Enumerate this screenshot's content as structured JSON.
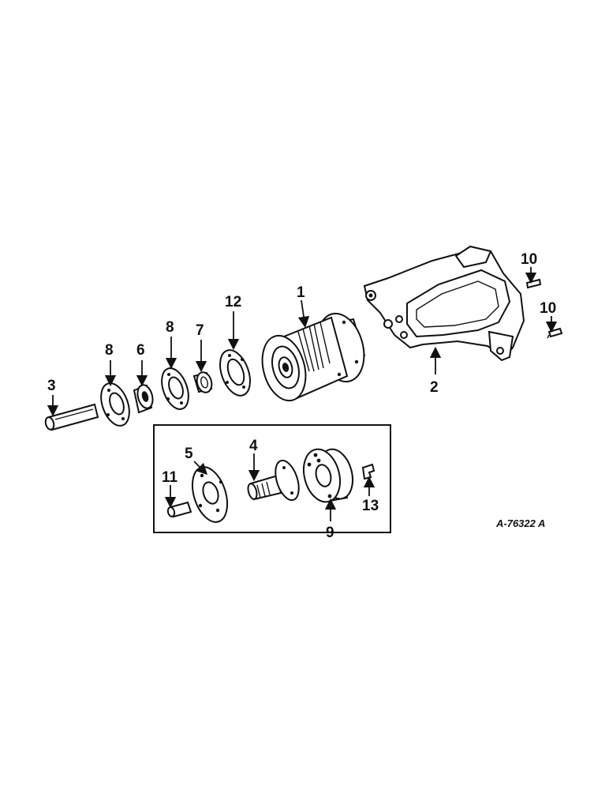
{
  "callouts": {
    "c1": "1",
    "c2": "2",
    "c3": "3",
    "c4": "4",
    "c5": "5",
    "c6": "6",
    "c7": "7",
    "c8a": "8",
    "c8b": "8",
    "c9": "9",
    "c10a": "10",
    "c10b": "10",
    "c11": "11",
    "c12": "12",
    "c13": "13"
  },
  "drawing_number": "A-76322 A"
}
